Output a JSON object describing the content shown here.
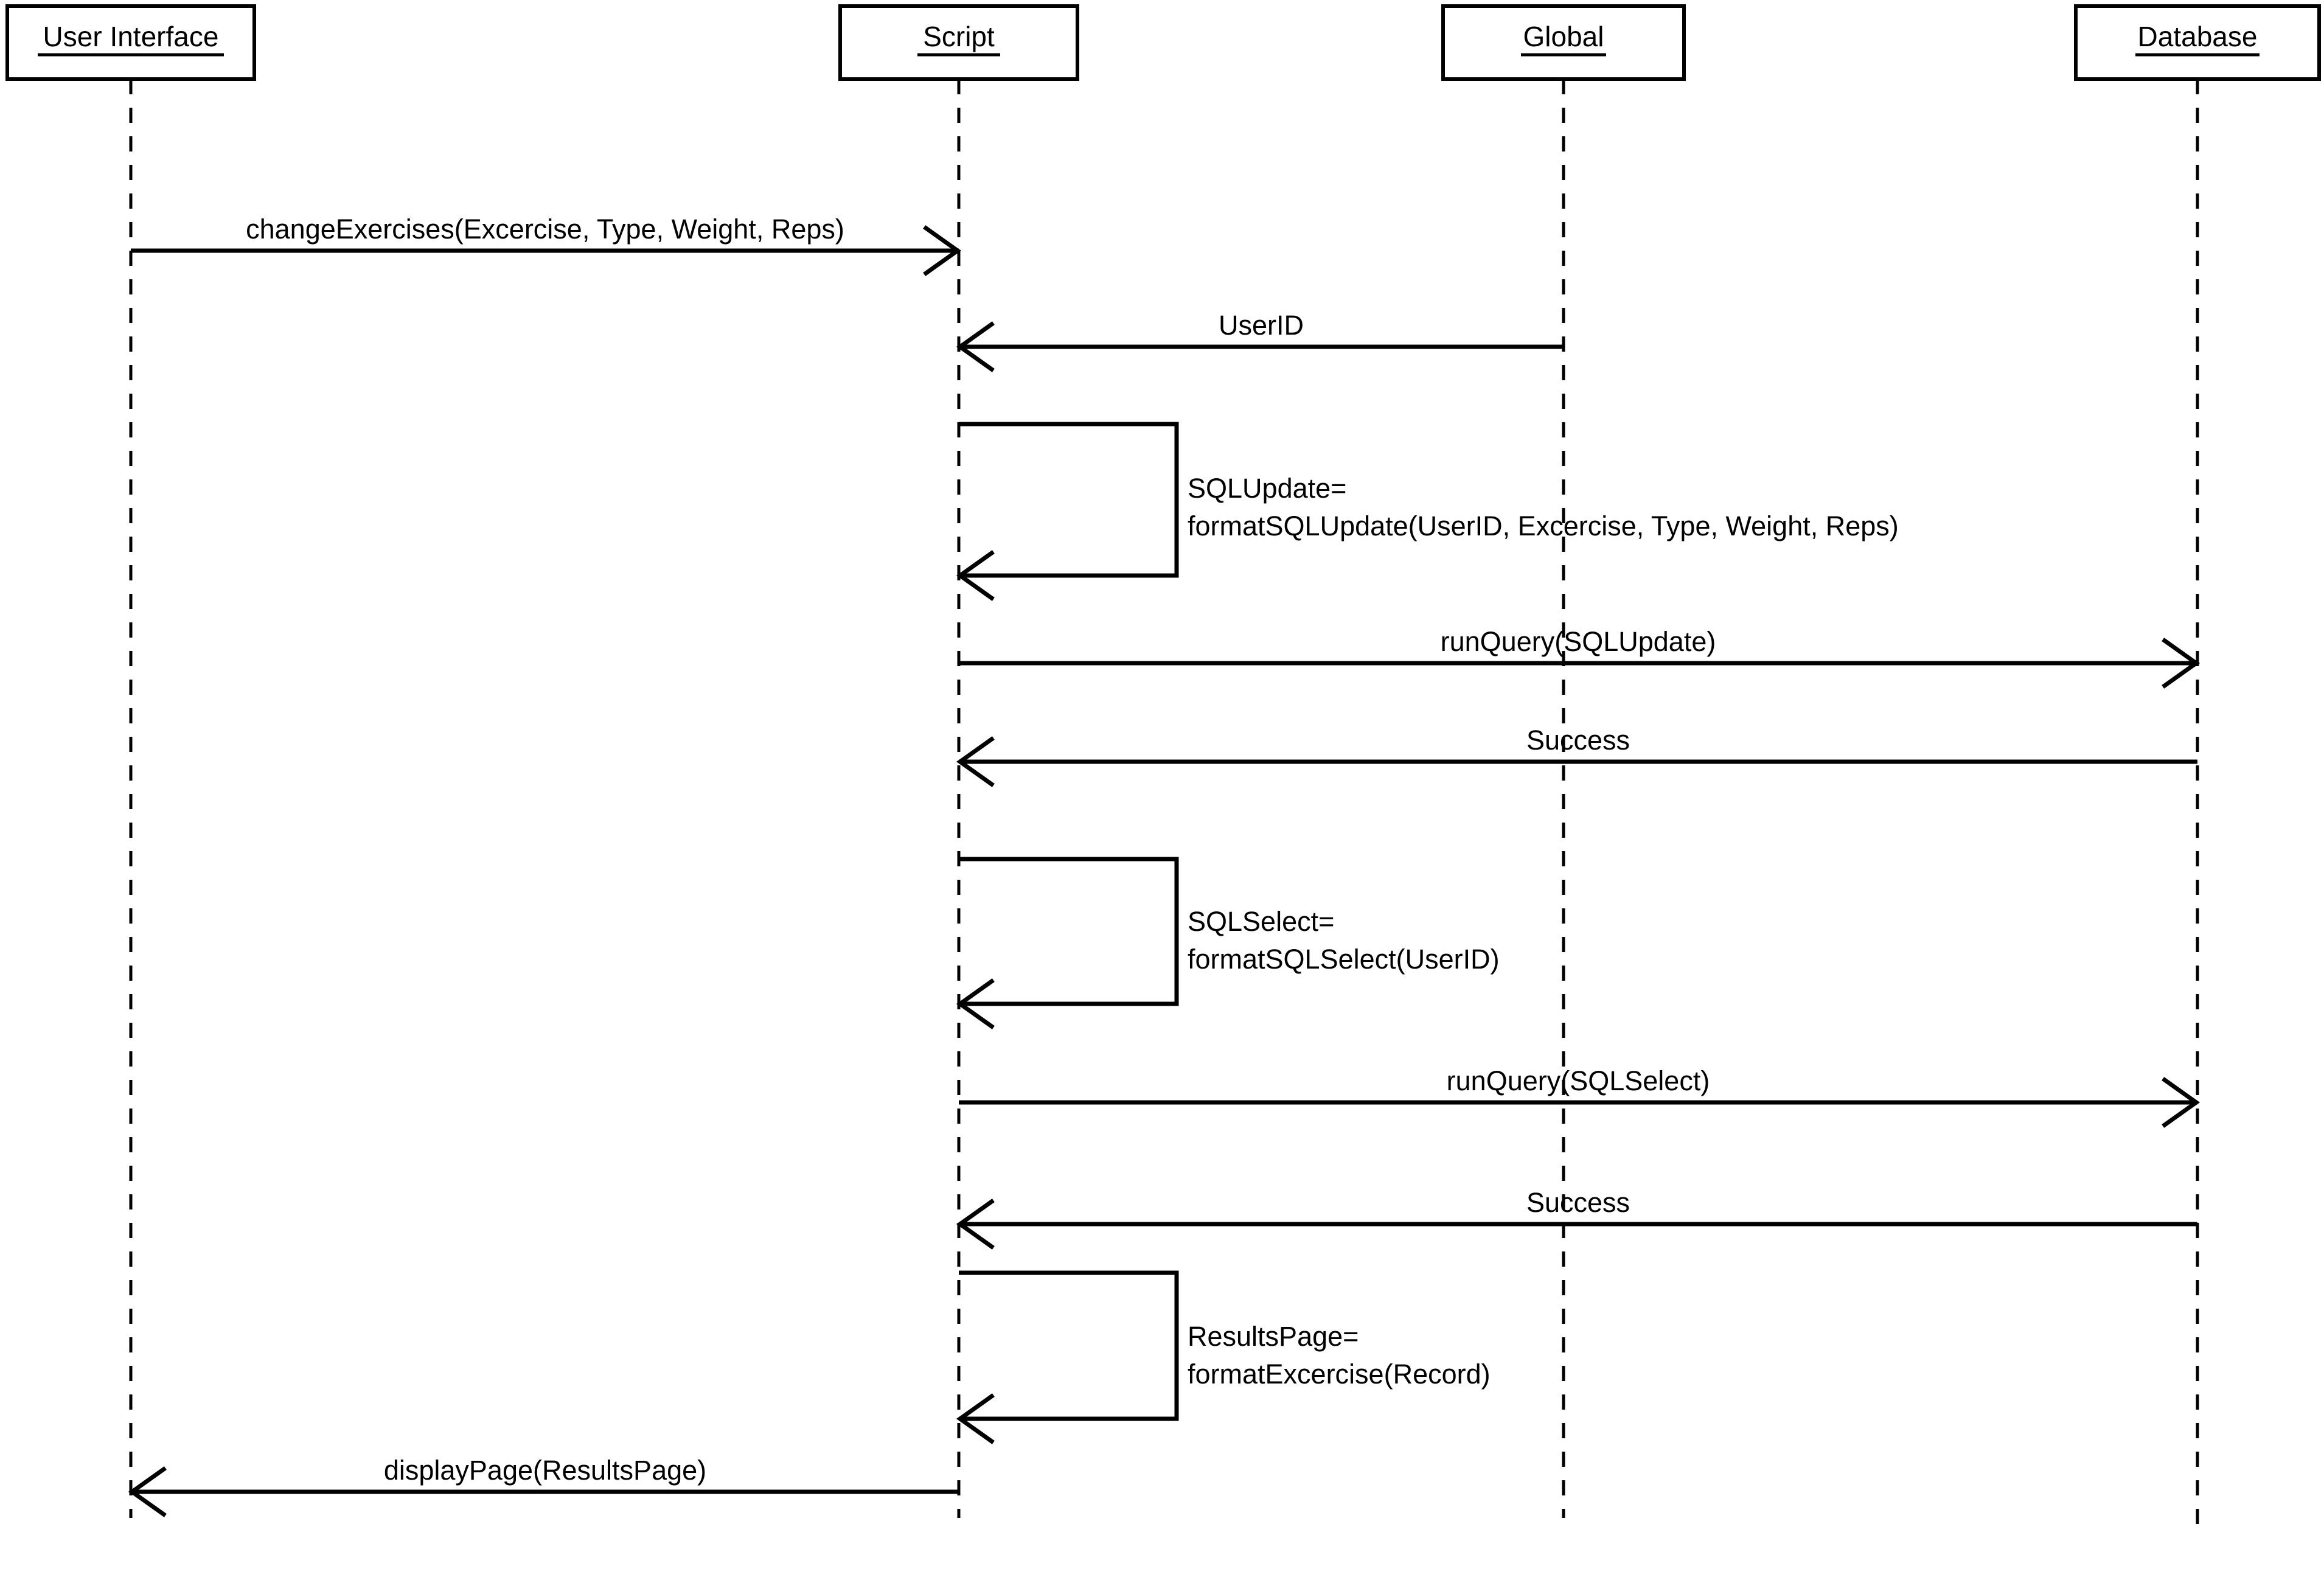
{
  "diagram": {
    "type": "uml-sequence-diagram",
    "colors": {
      "stroke": "#000000",
      "background": "#ffffff"
    },
    "actors": [
      {
        "label": "User Interface"
      },
      {
        "label": "Script"
      },
      {
        "label": "Global"
      },
      {
        "label": "Database"
      }
    ],
    "messages": [
      {
        "label": "changeExercises(Excercise, Type, Weight, Reps)",
        "from": "User Interface",
        "to": "Script"
      },
      {
        "label": "UserID",
        "from": "Global",
        "to": "Script"
      },
      {
        "type": "self",
        "actor": "Script",
        "label_line1": "SQLUpdate=",
        "label_line2": "formatSQLUpdate(UserID, Excercise, Type, Weight, Reps)"
      },
      {
        "label": "runQuery(SQLUpdate)",
        "from": "Script",
        "to": "Database"
      },
      {
        "label": "Success",
        "from": "Database",
        "to": "Script"
      },
      {
        "type": "self",
        "actor": "Script",
        "label_line1": "SQLSelect=",
        "label_line2": "formatSQLSelect(UserID)"
      },
      {
        "label": "runQuery(SQLSelect)",
        "from": "Script",
        "to": "Database"
      },
      {
        "label": "Success",
        "from": "Database",
        "to": "Script"
      },
      {
        "type": "self",
        "actor": "Script",
        "label_line1": "ResultsPage=",
        "label_line2": "formatExcercise(Record)"
      },
      {
        "label": "displayPage(ResultsPage)",
        "from": "Script",
        "to": "User Interface"
      }
    ]
  }
}
